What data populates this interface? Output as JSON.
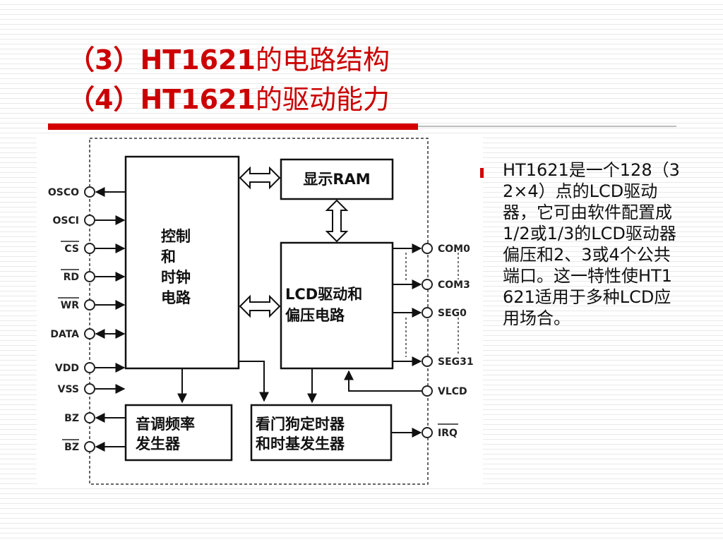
{
  "slide": {
    "title_line1": "（3）HT1621的电路结构",
    "title_line2": "（4）HT1621的驱动能力"
  },
  "title1": {
    "prefix": "（3）HT1621",
    "suffix": "的电路结构"
  },
  "title2": {
    "prefix": "（4）HT1621",
    "suffix": "的驱动能力"
  },
  "bullet": {
    "text": "HT1621是一个128（32×4）点的LCD驱动器，它可由软件配置成1/2或1/3的LCD驱动器偏压和2、3或4个公共端口。这一特性使HT1621适用于多种LCD应用场合。"
  },
  "diagram": {
    "left_pins": [
      "OSCO",
      "OSCI",
      "CS",
      "RD",
      "WR",
      "DATA",
      "VDD",
      "VSS",
      "BZ",
      "BZ"
    ],
    "right_pins": [
      "COM0",
      "COM3",
      "SEG0",
      "SEG31",
      "VLCD",
      "IRQ"
    ],
    "blocks": {
      "control": [
        "控制",
        "和",
        "时钟",
        "电路"
      ],
      "display_ram": "显示RAM",
      "lcd_driver": [
        "LCD驱动和",
        "偏压电路"
      ],
      "tone": [
        "音调频率",
        "发生器"
      ],
      "watchdog": [
        "看门狗定时器",
        "和时基发生器"
      ]
    }
  },
  "colors": {
    "accent": "#d40000",
    "title": "#cc0000"
  }
}
